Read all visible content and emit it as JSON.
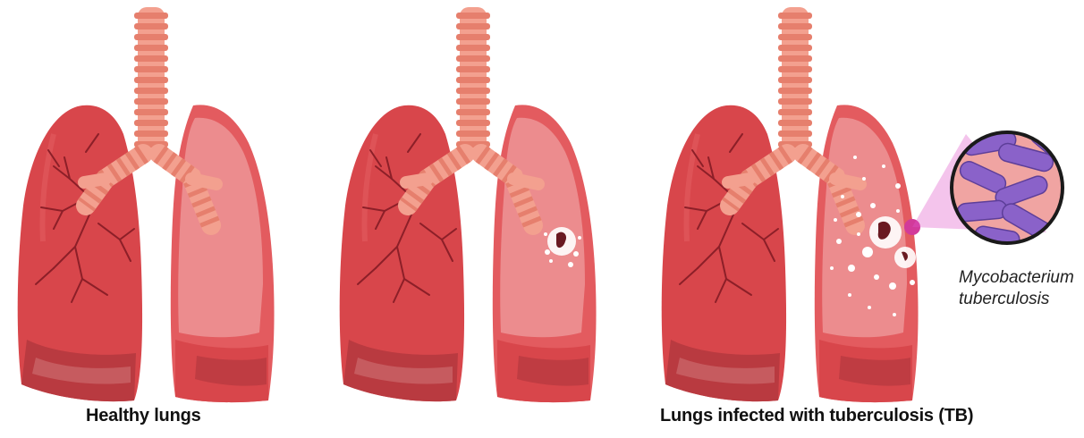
{
  "captions": {
    "healthy": "Healthy lungs",
    "infected": "Lungs infected with tuberculosis (TB)"
  },
  "bacterium_label": {
    "line1": "Mycobacterium",
    "line2": "tuberculosis"
  },
  "colors": {
    "lung_dark": "#d8464b",
    "lung_mid": "#e35b5f",
    "lung_light": "#ec8c8e",
    "lung_shadow": "#b93a40",
    "trachea": "#f3a08f",
    "trachea_ring": "#e67f6d",
    "vessel": "#8c1f28",
    "lesion": "#ffffff",
    "bacteria": "#8a62c9",
    "bacteria_bg": "#f0a4a2",
    "magnifier_ring": "#1a1a1a",
    "zoom_cone": "#e056c8"
  },
  "panels": [
    {
      "name": "healthy",
      "infection_stage": "none"
    },
    {
      "name": "early-infection",
      "infection_stage": "lesion"
    },
    {
      "name": "tb-infected",
      "infection_stage": "spread"
    }
  ]
}
